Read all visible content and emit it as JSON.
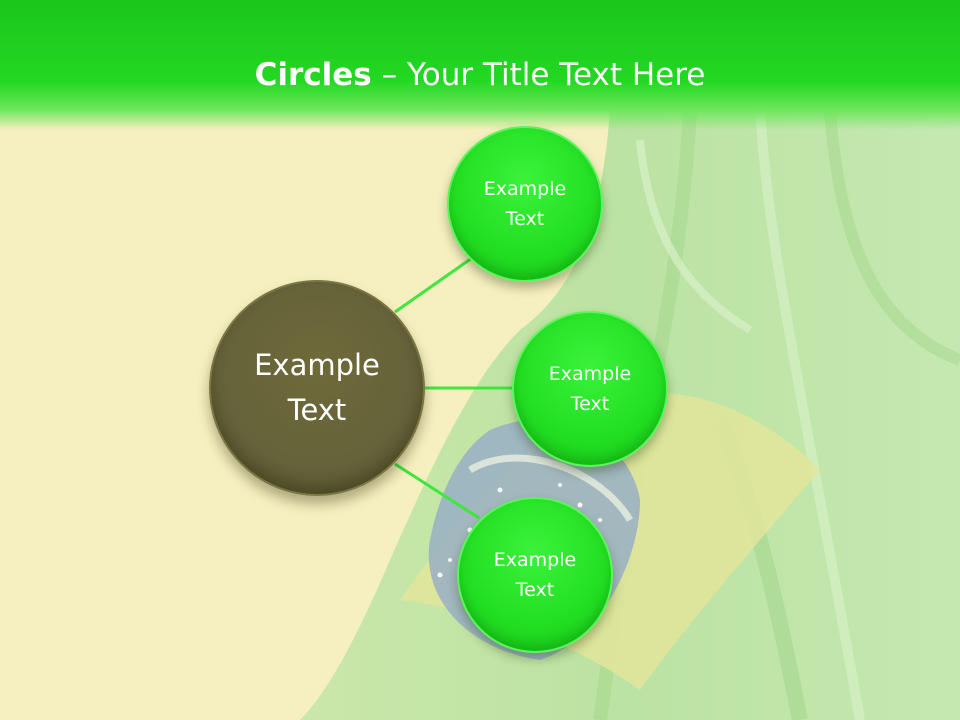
{
  "title": {
    "bold": "Circles",
    "rest": " – Your Title Text Here"
  },
  "diagram": {
    "center": {
      "line1": "Example",
      "line2": "Text"
    },
    "nodes": [
      {
        "line1": "Example",
        "line2": "Text"
      },
      {
        "line1": "Example",
        "line2": "Text"
      },
      {
        "line1": "Example",
        "line2": "Text"
      }
    ]
  },
  "colors": {
    "header": "#22d822",
    "background": "#f6efbf",
    "node_fill": "#22de22",
    "center_fill": "#66623a",
    "connector": "#3ee63e"
  }
}
